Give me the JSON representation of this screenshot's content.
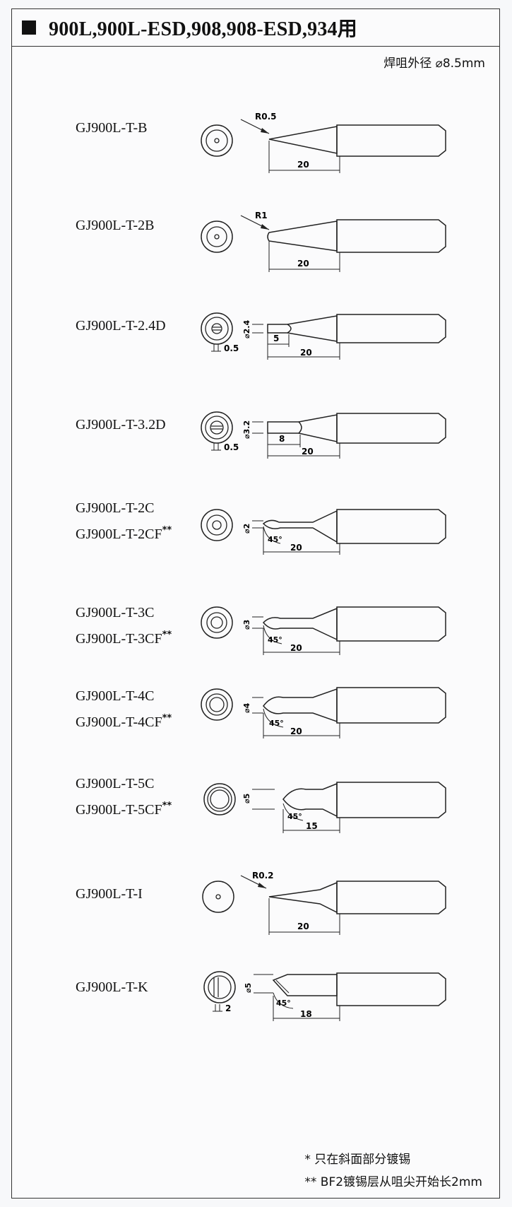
{
  "header": {
    "title": "900L,900L-ESD,908,908-ESD,934用"
  },
  "spec_text": "焊咀外径 ⌀8.5mm",
  "tips": [
    {
      "name": "GJ900L-T-B",
      "dim_r": "R0.5",
      "len": "20"
    },
    {
      "name": "GJ900L-T-2B",
      "dim_r": "R1",
      "len": "20"
    },
    {
      "name": "GJ900L-T-2.4D",
      "dia": "⌀2.4",
      "side": "0.5",
      "sub": "5",
      "len": "20"
    },
    {
      "name": "GJ900L-T-3.2D",
      "dia": "⌀3.2",
      "side": "0.5",
      "sub": "8",
      "len": "20"
    },
    {
      "names": [
        "GJ900L-T-2C",
        "GJ900L-T-2CF"
      ],
      "star": "**",
      "dia": "⌀2",
      "angle": "45°",
      "len": "20"
    },
    {
      "names": [
        "GJ900L-T-3C",
        "GJ900L-T-3CF"
      ],
      "star": "**",
      "dia": "⌀3",
      "angle": "45°",
      "len": "20"
    },
    {
      "names": [
        "GJ900L-T-4C",
        "GJ900L-T-4CF"
      ],
      "star": "**",
      "dia": "⌀4",
      "angle": "45°",
      "len": "20"
    },
    {
      "names": [
        "GJ900L-T-5C",
        "GJ900L-T-5CF"
      ],
      "star": "**",
      "dia": "⌀5",
      "angle": "45°",
      "len": "15"
    },
    {
      "name": "GJ900L-T-I",
      "dim_r": "R0.2",
      "len": "20"
    },
    {
      "name": "GJ900L-T-K",
      "dia": "⌀5",
      "side": "2",
      "angle": "45°",
      "len": "18"
    }
  ],
  "notes": [
    "* 只在斜面部分镀锡",
    "** BF2镀锡层从咀尖开始长2mm"
  ]
}
